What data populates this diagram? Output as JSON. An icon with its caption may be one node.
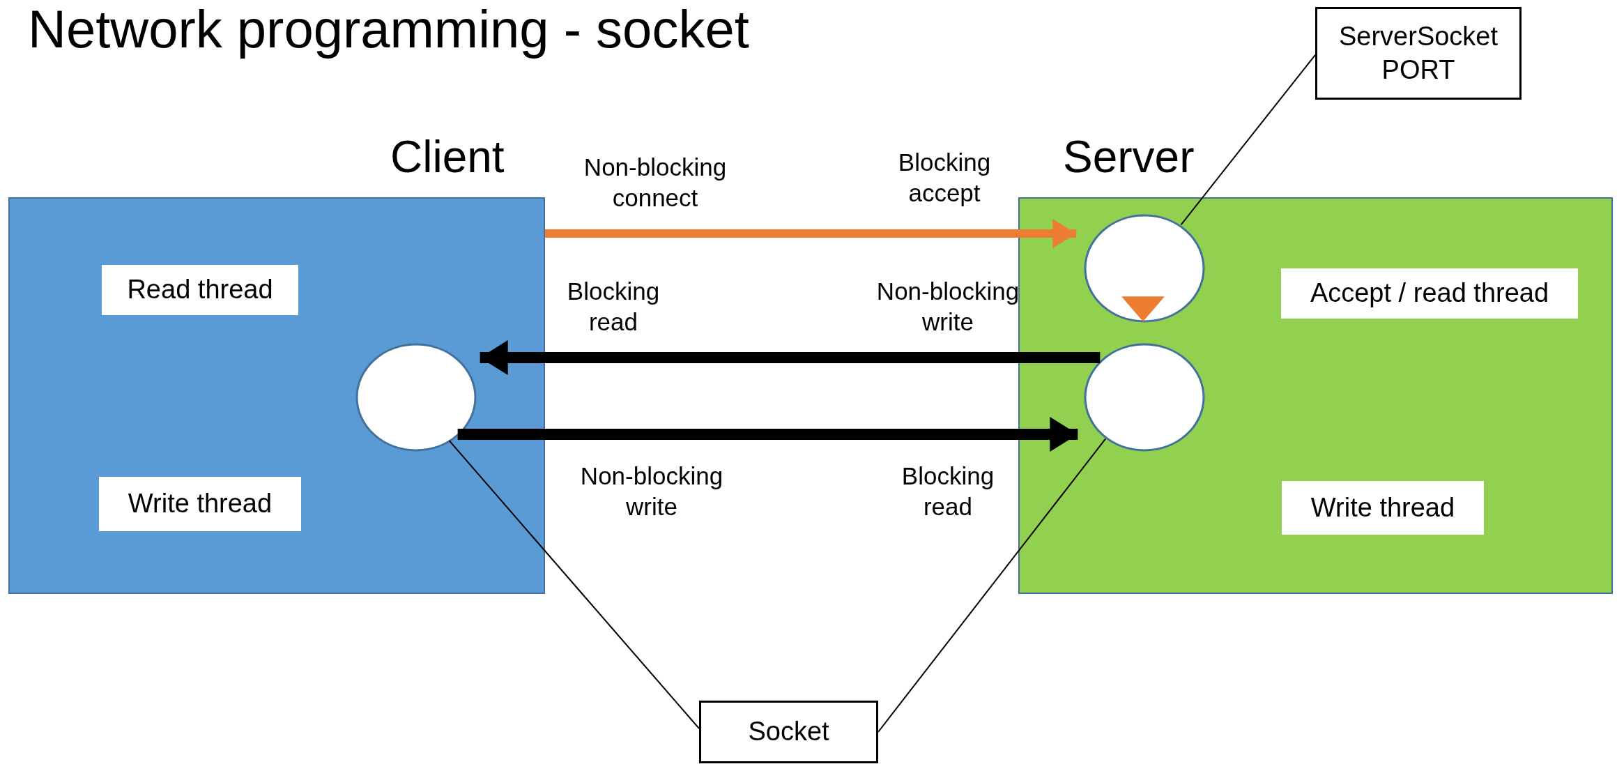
{
  "diagram": {
    "title": "Network programming - socket",
    "nodes": [
      {
        "text": [
          "Client"
        ]
      },
      {
        "text": [
          "Read thread"
        ],
        "in": 0
      },
      {
        "text": [
          "Write thread"
        ],
        "in": 0
      },
      {
        "text": [],
        "shape": "circle",
        "in": 0
      },
      {
        "text": [
          "Server"
        ]
      },
      {
        "text": [
          "Accept / read thread"
        ],
        "in": 4
      },
      {
        "text": [
          "Write thread"
        ],
        "in": 4
      },
      {
        "text": [],
        "shape": "circle",
        "in": 4
      },
      {
        "text": [],
        "shape": "circle",
        "in": 4
      },
      {
        "text": [
          "ServerSocket PORT"
        ]
      },
      {
        "text": [
          "Socket"
        ]
      }
    ],
    "edges": [
      {
        "from": 0,
        "to": 7,
        "arrow": "to",
        "color": "#ed7d31"
      },
      {
        "from": 8,
        "to": 3,
        "arrow": "to"
      },
      {
        "from": 3,
        "to": 8,
        "arrow": "to"
      },
      {
        "from": 7,
        "to": 8,
        "arrow": "to",
        "style": "thick",
        "color": "#ed7d31"
      },
      {
        "from": 9,
        "to": 7,
        "arrow": "none"
      },
      {
        "from": 10,
        "to": 3,
        "arrow": "none"
      },
      {
        "from": 10,
        "to": 8,
        "arrow": "none"
      }
    ],
    "labels": [
      "Non-blocking connect",
      "Blocking accept",
      "Blocking read",
      "Non-blocking write",
      "Non-blocking write",
      "Blocking read"
    ]
  }
}
